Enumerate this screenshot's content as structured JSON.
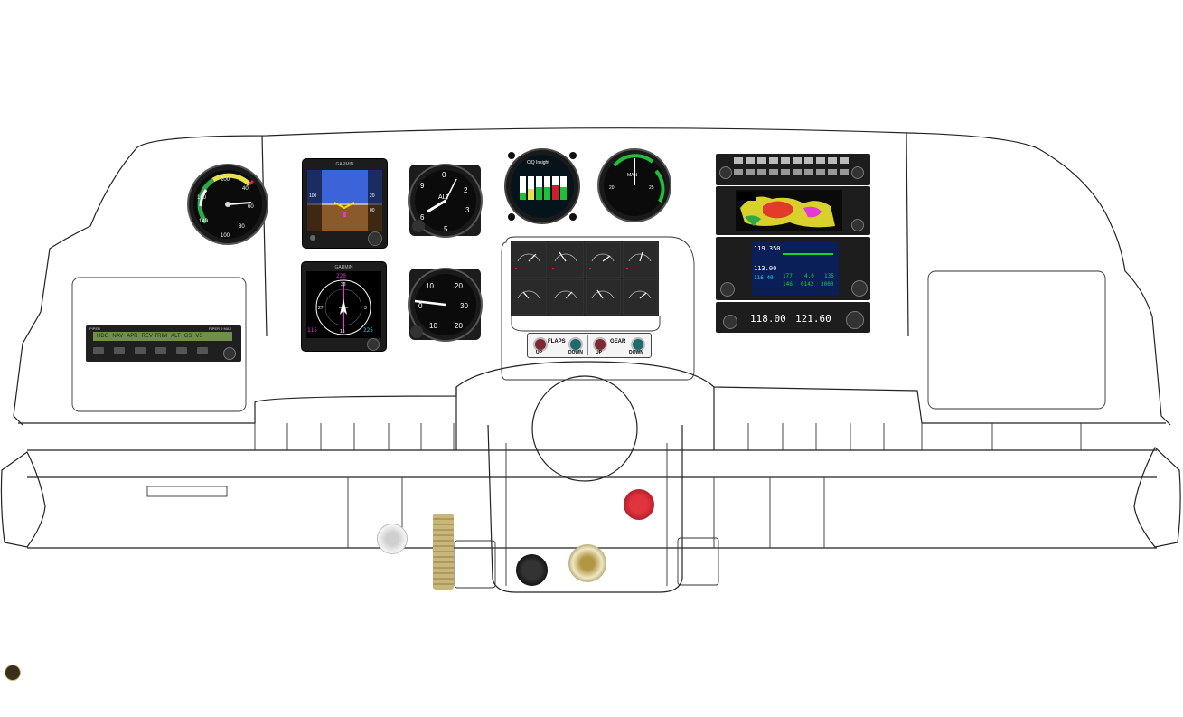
{
  "annunciators": {
    "flaps_label": "FLAPS",
    "gear_label": "GEAR",
    "up_label": "UP",
    "down_label": "DOWN"
  },
  "autopilot": {
    "modes": [
      "HDG",
      "NAV",
      "APR",
      "REV TRIM",
      "ALT",
      "GS",
      "VS"
    ],
    "brand": "PIPER",
    "model": "PIPER 9 MAX"
  },
  "pfd": {
    "brand": "GARMIN"
  },
  "hsi": {
    "brand": "GARMIN",
    "course": "220",
    "heading": "225",
    "bearing": "115"
  },
  "altimeter": {
    "label": "ALT"
  },
  "engine_monitor": {
    "brand": "CiQ Insight"
  },
  "comm": {
    "active": "118.00",
    "standby": "121.60"
  },
  "gps": {
    "active_com": "119.350",
    "standby_com": "113.00",
    "nav1": "116.40",
    "data1": "177",
    "data2": "4.0",
    "data3": "135",
    "data4": "146",
    "data5": "0142",
    "data6": "3000"
  },
  "colors": {
    "accent": "#2bd3ff",
    "warning_red": "#cc1f2a",
    "brass": "#c9b679",
    "magenta": "#e33ad6"
  }
}
